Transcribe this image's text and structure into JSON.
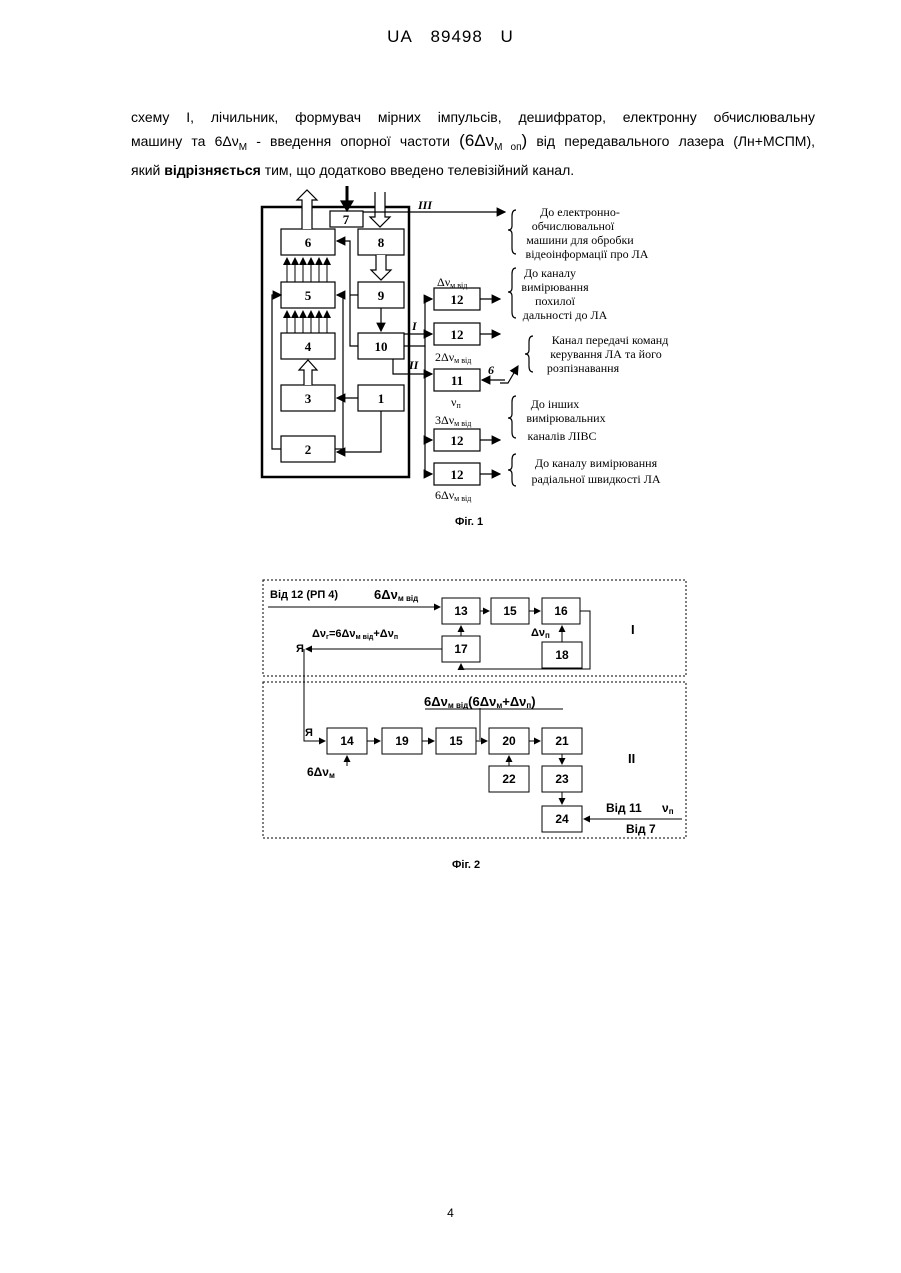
{
  "header": {
    "country": "UA",
    "number": "89498",
    "kind": "U"
  },
  "paragraph": {
    "line1": "схему I, лічильник, формувач мірних імпульсів, дешифратор, електронну обчислювальну",
    "line2a": "машину та 6Δν",
    "line2a_sub": "М",
    "line2b": " -  введення опорної частоти ",
    "line2c": "(6Δν",
    "line2c_sub": "М оп",
    "line2d": ")",
    "line2e": " від передавального лазера (Лн+МСПМ),",
    "line3a": "який ",
    "line3b": "відрізняється",
    "line3c": " тим, що додатково введено телевізійний канал."
  },
  "fig1": {
    "caption": "Фіг. 1",
    "blocks": [
      "1",
      "2",
      "3",
      "4",
      "5",
      "6",
      "7",
      "8",
      "9",
      "10",
      "11",
      "12"
    ],
    "roman_3": "III",
    "roman_1": "I",
    "roman_2": "II",
    "label_6": "6",
    "freq_1": "Δν",
    "freq_1_sub": "м від",
    "freq_2": "2Δν",
    "freq_2_sub": "м від",
    "freq_n": "ν",
    "freq_n_sub": "п",
    "freq_3": "3Δν",
    "freq_3_sub": "м від",
    "freq_6": "6Δν",
    "freq_6_sub": "м від",
    "note_top": [
      "До електронно-",
      "обчислювальної",
      "машини для обробки",
      "відеоінформації про ЛА"
    ],
    "note_range": [
      "До каналу",
      "вимірювання",
      "похилої",
      "дальності до ЛА"
    ],
    "note_cmd": [
      "Канал передачі команд",
      "керування ЛА та його",
      "розпізнавання"
    ],
    "note_other": [
      "До інших",
      "вимірювальних",
      "каналів ЛІВС"
    ],
    "note_radial": [
      "До каналу вимірювання",
      "радіальної швидкості ЛА"
    ]
  },
  "fig2": {
    "caption": "Фіг. 2",
    "blocks": [
      "13",
      "14",
      "15",
      "15",
      "16",
      "17",
      "18",
      "19",
      "20",
      "21",
      "22",
      "23",
      "24"
    ],
    "from12": "Від 12 (РП 4)",
    "top_freq": "6Δν",
    "top_freq_sub": "м від",
    "dn_n": "Δν",
    "dn_n_sub": "п",
    "formula_a": "Δν",
    "formula_a_sub": "г",
    "formula_b": "=6Δν",
    "formula_b_sub": "м від",
    "formula_c": "+Δν",
    "formula_c_sub": "п",
    "ya": "Я",
    "mid_a": "6Δν",
    "mid_a_sub": "м від",
    "mid_b": "(6Δν",
    "mid_b_sub": "м",
    "mid_c": "+Δν",
    "mid_c_sub": "п",
    "mid_d": ")",
    "left_freq": "6Δν",
    "left_freq_sub": "м",
    "roman_1": "I",
    "roman_2": "II",
    "from11": "Від 11",
    "from11_v": "ν",
    "from11_v_sub": "п",
    "from7": "Від 7"
  },
  "page_number": "4"
}
